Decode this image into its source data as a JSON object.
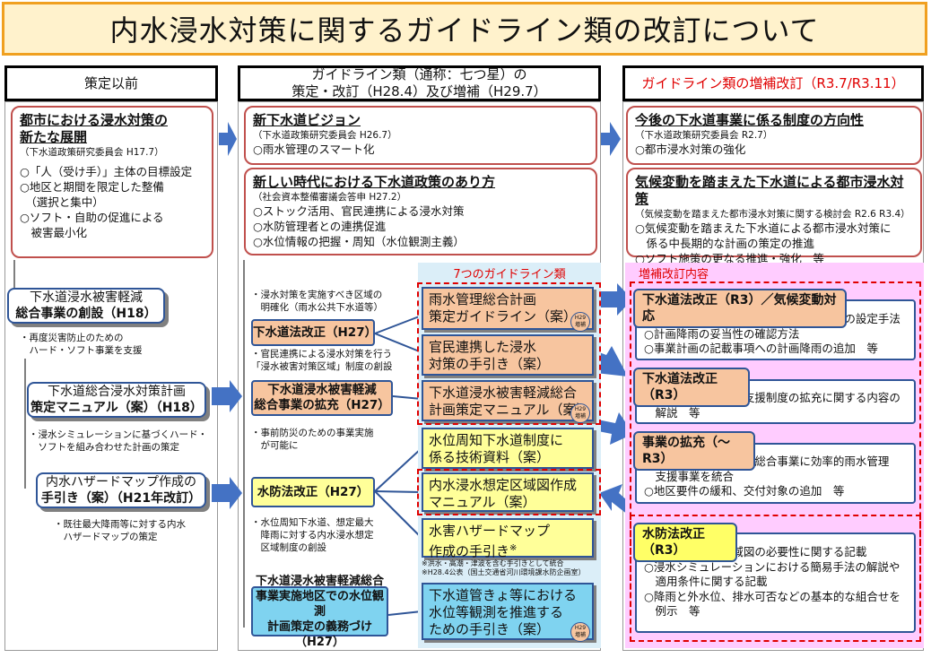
{
  "title": "内水浸水対策に関するガイドライン類の改訂について",
  "columns": {
    "left": "策定以前",
    "middle_line1": "ガイドライン類（通称：七つ星）の",
    "middle_line2": "策定・改訂（H28.4）及び増補（H29.7）",
    "right": "ガイドライン類の増補改訂（R3.7/R3.11）"
  },
  "left": {
    "box1": {
      "title1": "都市における浸水対策の",
      "title2": "新たな展開",
      "sub": "（下水道政策研究委員会 H17.7）",
      "items": [
        "○「人（受け手）」主体の目標設定",
        "○地区と期間を限定した整備",
        "　（選択と集中）",
        "○ソフト・自助の促進による",
        "　被害最小化"
      ]
    },
    "b1": {
      "line1": "下水道浸水被害軽減",
      "line2": "総合事業の創設（H18）"
    },
    "n1": {
      "line1": "・再度災害防止のための",
      "line2": "　ハード・ソフト事業を支援"
    },
    "b2": {
      "line1": "下水道総合浸水対策計画",
      "line2": "策定マニュアル（案）（H18）"
    },
    "n2": {
      "line1": "・浸水シミュレーションに基づくハード・",
      "line2": "　ソフトを組み合わせた計画の策定"
    },
    "b3": {
      "line1": "内水ハザードマップ作成の",
      "line2": "手引き（案）（H21年改訂）"
    },
    "n3": {
      "line1": "・既往最大降雨等に対する内水",
      "line2": "　ハザードマップの策定"
    }
  },
  "middle": {
    "box1": {
      "title": "新下水道ビジョン",
      "sub": "（下水道政策研究委員会 H26.7）",
      "items": [
        "○雨水管理のスマート化"
      ]
    },
    "box2": {
      "title": "新しい時代における下水道政策のあり方",
      "sub": "（社会資本整備審議会答申 H27.2）",
      "items": [
        "○ストック活用、官民連携による浸水対策",
        "○水防管理者との連携促進",
        "○水位情報の把握・周知（水位観測主義）"
      ]
    },
    "guideline_header": "7つのガイドライン類",
    "notes": [
      {
        "line1": "・浸水対策を実施すべき区域の",
        "line2": "　明確化（雨水公共下水道等）"
      },
      {
        "line1": "・官民連携による浸水対策を行う",
        "line2": "「浸水被害対策区域」制度の創設"
      },
      {
        "line1": "・事前防災のための事業実施",
        "line2": "　が可能に"
      },
      {
        "line1": "・水位周知下水道、想定最大",
        "line2": "　降雨に対する内水浸水想定",
        "line3": "　区域制度の創設"
      }
    ],
    "center": {
      "c1": "下水道法改正（H27）",
      "c2_1": "下水道浸水被害軽減",
      "c2_2": "総合事業の拡充（H27）",
      "c3": "水防法改正（H27）",
      "c4_1": "下水道浸水被害軽減総合",
      "c4_2": "事業実施地区での水位観測",
      "c4_3": "計画策定の義務づけ（H27）"
    },
    "guidelines": [
      {
        "line1": "雨水管理総合計画",
        "line2": "策定ガイドライン（案）"
      },
      {
        "line1": "官民連携した浸水",
        "line2": "対策の手引き（案）"
      },
      {
        "line1": "下水道浸水被害軽減総合",
        "line2": "計画策定マニュアル（案）"
      },
      {
        "line1": "水位周知下水道制度に",
        "line2": "係る技術資料（案）"
      },
      {
        "line1": "内水浸水想定区域図作成",
        "line2": "マニュアル（案）"
      },
      {
        "line1": "水害ハザードマップ",
        "line2": "作成の手引き",
        "mark": "※"
      },
      {
        "line1": "下水道管きょ等における",
        "line2": "水位等観測を推進する",
        "line3": "ための手引き（案）"
      }
    ],
    "badge": {
      "line1": "H29",
      "line2": "増補"
    },
    "footnote1": "※洪水・高潮・津波を含む手引きとして統合",
    "footnote2": "※H28.4公表（国土交通省河川環境課水防企画室）"
  },
  "right": {
    "box1": {
      "title": "今後の下水道事業に係る制度の方向性",
      "sub": "（下水道政策研究委員会 R2.7）",
      "items": [
        "○都市浸水対策の強化"
      ]
    },
    "box2": {
      "title": "気候変動を踏まえた下水道による都市浸水対策",
      "sub": "（気候変動を踏まえた都市浸水対策に関する検討会 R2.6 R3.4）",
      "items": [
        "○気候変動を踏まえた下水道による都市浸水対策に",
        "　係る中長期的な計画の策定の推進",
        "○ソフト施策の更なる推進・強化　等"
      ]
    },
    "supp_header": "増補改訂内容",
    "s1": {
      "tag": "下水道法改正（R3）／気候変動対応",
      "items": [
        "○降雨量変化倍率を考慮した計画降雨等の設定手法",
        "○計画降雨の妥当性の確認方法",
        "○事業計画の記載事項への計画降雨の追加　等"
      ]
    },
    "s2": {
      "tag": "下水道法改正（R3）",
      "items": [
        "○浸水被害対策区域支援制度の拡充に関する内容の",
        "　解説　等"
      ]
    },
    "s3": {
      "tag": "事業の拡充（～R3）",
      "items": [
        "○下水道浸水被害軽減総合事業に効率的雨水管理",
        "　支援事業を統合",
        "○地区要件の緩和、交付対象の追加　等"
      ]
    },
    "s4": {
      "tag": "水防法改正（R3）",
      "items": [
        "○内水浸水想定区域図の必要性に関する記載",
        "○浸水シミュレーションにおける簡易手法の解説や",
        "　適用条件に関する記載",
        "○降雨と外水位、排水可否などの基本的な組合せを",
        "　例示　等"
      ]
    }
  },
  "colors": {
    "accent_red": "#e00000",
    "orange_fill": "#f7c59f",
    "yellow_fill": "#ffff99",
    "blue_fill": "#7fd3f0",
    "arrow_blue": "#4472c4",
    "title_bg": "#fff2cc",
    "title_border": "#f0a020",
    "supp_bg": "#ffccff",
    "guide_bg": "#dbeef8"
  }
}
